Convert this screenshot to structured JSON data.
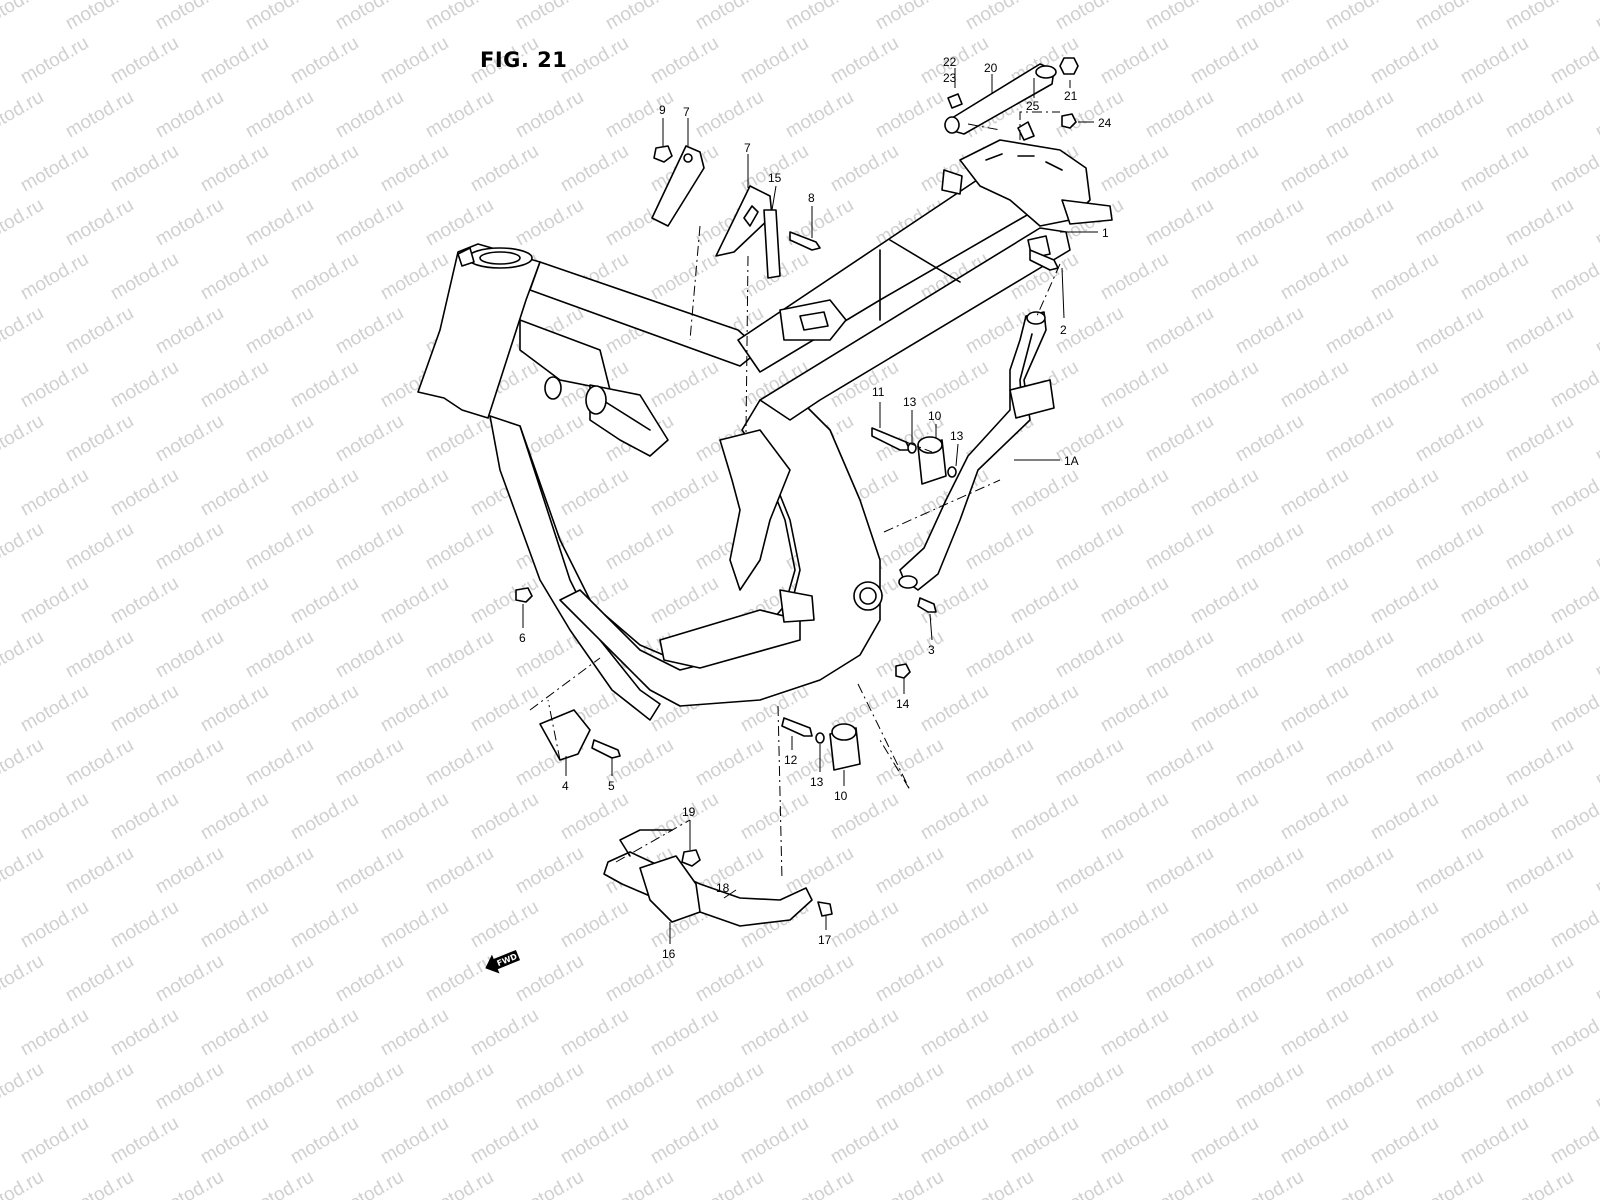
{
  "figure": {
    "title": "FIG. 21"
  },
  "watermark": {
    "text": "motod.ru",
    "color": "#d0d0d0"
  },
  "direction_marker": {
    "label": "FWD",
    "icon": "forward-arrow-icon"
  },
  "callouts": [
    {
      "id": "c22",
      "label": "22"
    },
    {
      "id": "c23",
      "label": "23"
    },
    {
      "id": "c20",
      "label": "20"
    },
    {
      "id": "c21",
      "label": "21"
    },
    {
      "id": "c25",
      "label": "25"
    },
    {
      "id": "c24",
      "label": "24"
    },
    {
      "id": "c9",
      "label": "9"
    },
    {
      "id": "c7a",
      "label": "7"
    },
    {
      "id": "c7b",
      "label": "7"
    },
    {
      "id": "c15",
      "label": "15"
    },
    {
      "id": "c8",
      "label": "8"
    },
    {
      "id": "c1",
      "label": "1"
    },
    {
      "id": "c2",
      "label": "2"
    },
    {
      "id": "c11",
      "label": "11"
    },
    {
      "id": "c13a",
      "label": "13"
    },
    {
      "id": "c10a",
      "label": "10"
    },
    {
      "id": "c13b",
      "label": "13"
    },
    {
      "id": "c1A",
      "label": "1A"
    },
    {
      "id": "c6",
      "label": "6"
    },
    {
      "id": "c3",
      "label": "3"
    },
    {
      "id": "c14",
      "label": "14"
    },
    {
      "id": "c12",
      "label": "12"
    },
    {
      "id": "c13c",
      "label": "13"
    },
    {
      "id": "c10b",
      "label": "10"
    },
    {
      "id": "c4",
      "label": "4"
    },
    {
      "id": "c5",
      "label": "5"
    },
    {
      "id": "c19",
      "label": "19"
    },
    {
      "id": "c18",
      "label": "18"
    },
    {
      "id": "c17",
      "label": "17"
    },
    {
      "id": "c16",
      "label": "16"
    }
  ]
}
